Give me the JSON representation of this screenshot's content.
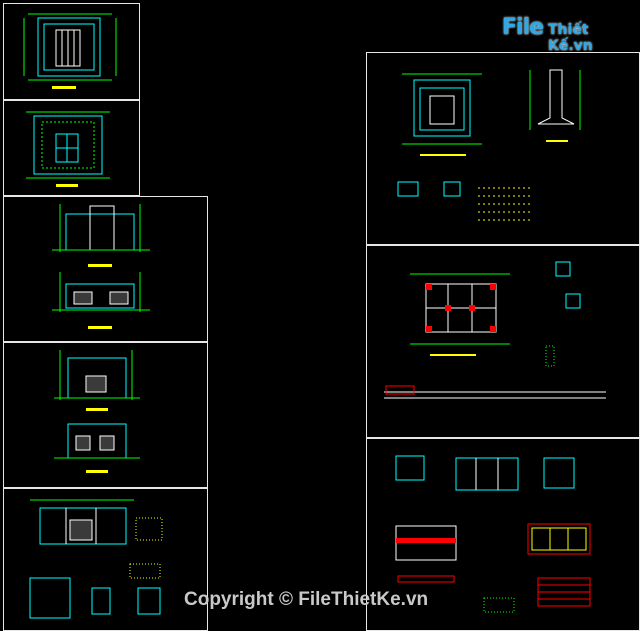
{
  "watermark": {
    "logo_file": "File",
    "logo_rest": "Thiết Kế.vn",
    "copyright": "Copyright © FileThietKe.vn"
  },
  "colors": {
    "background": "#000000",
    "sheet_border": "#e6e6e6",
    "cad_cyan": "#00ffff",
    "cad_green": "#00ff00",
    "cad_yellow": "#ffff00",
    "cad_red": "#ff0000",
    "cad_white": "#ffffff",
    "logo_blue": "#2fa9e6"
  }
}
